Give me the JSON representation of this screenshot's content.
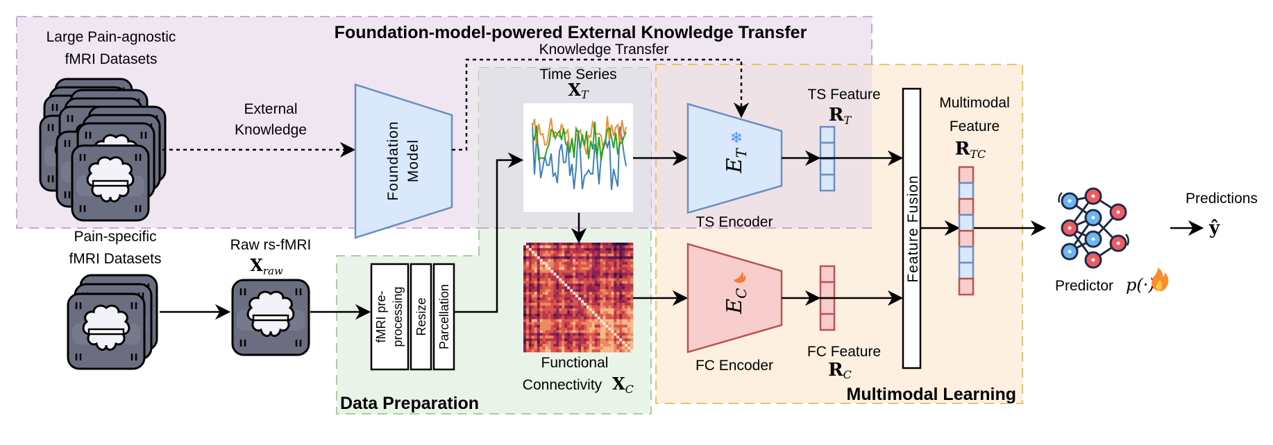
{
  "regions": {
    "external": {
      "title": "Foundation-model-powered External Knowledge Transfer",
      "color": "#efe6f2",
      "border": "#c9a9d1"
    },
    "data_prep": {
      "title": "Data Preparation",
      "color": "#e8f2e6",
      "border": "#a8cf9e"
    },
    "multimodal": {
      "title": "Multimodal Learning",
      "color": "#fdf0e1",
      "border": "#e8c46a"
    }
  },
  "datasets": {
    "large_line1": "Large Pain-agnostic",
    "large_line2": "fMRI Datasets",
    "specific_line1": "Pain-specific",
    "specific_line2": "fMRI Datasets"
  },
  "external_knowledge": {
    "line1": "External",
    "line2": "Knowledge"
  },
  "foundation_model": {
    "line1": "Foundation",
    "line2": "Model"
  },
  "knowledge_transfer": "Knowledge Transfer",
  "raw": {
    "label": "Raw rs-fMRI",
    "sym": "X",
    "sub": "raw"
  },
  "prep_steps": [
    "fMRI pre-",
    "processing",
    "Resize",
    "Parcellation"
  ],
  "time_series": {
    "label": "Time Series",
    "sym": "X",
    "sub": "T"
  },
  "fc": {
    "line1": "Functional",
    "line2": "Connectivity",
    "sym": "X",
    "sub": "C"
  },
  "ts_encoder": {
    "sym": "E",
    "sub": "T",
    "label": "TS Encoder",
    "icon": "snowflake-icon"
  },
  "fc_encoder": {
    "sym": "E",
    "sub": "C",
    "label": "FC Encoder",
    "icon": "flame-icon"
  },
  "ts_feature": {
    "label": "TS Feature",
    "sym": "R",
    "sub": "T"
  },
  "fc_feature": {
    "label": "FC Feature",
    "sym": "R",
    "sub": "C"
  },
  "fusion": "Feature Fusion",
  "mm_feature": {
    "line1": "Multimodal",
    "line2": "Feature",
    "sym": "R",
    "sub": "TC"
  },
  "predictor": {
    "label": "Predictor",
    "fn": "p(·)"
  },
  "predictions": {
    "label": "Predictions",
    "sym": "ŷ"
  },
  "colors": {
    "blue_fill": "#dae8fc",
    "blue_stroke": "#6c8ebf",
    "red_fill": "#f8cecc",
    "red_stroke": "#b85450",
    "card": "#6b6e80"
  }
}
